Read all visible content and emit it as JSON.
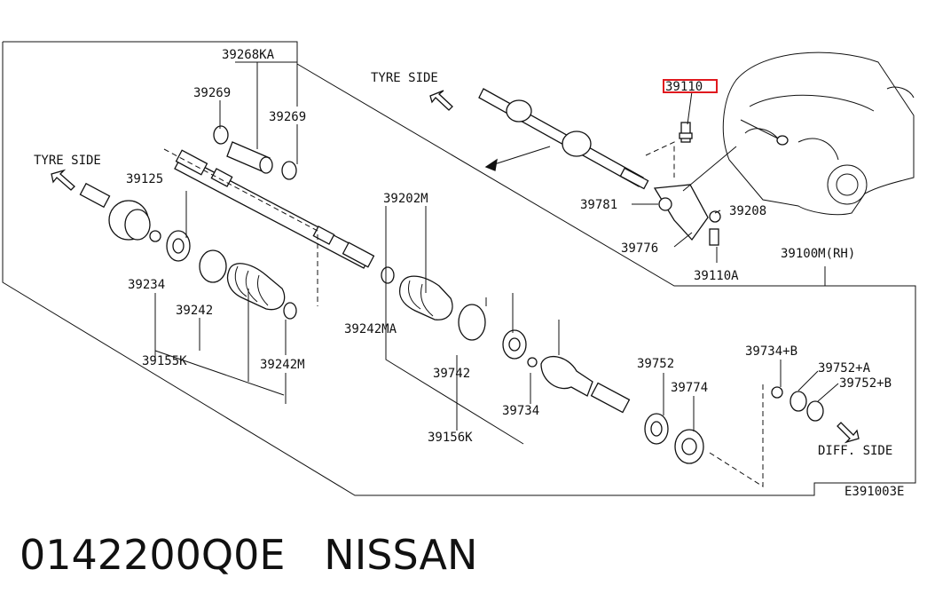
{
  "diagram": {
    "tyre_side_top": "TYRE SIDE",
    "tyre_side_left": "TYRE SIDE",
    "diff_side": "DIFF. SIDE",
    "ref_code": "E391003E",
    "highlight_color": "#e0191e",
    "parts": {
      "p39268KA": "39268KA",
      "p39269a": "39269",
      "p39269b": "39269",
      "p39125": "39125",
      "p39234": "39234",
      "p39242": "39242",
      "p39155K": "39155K",
      "p39242M": "39242M",
      "p39202M": "39202M",
      "p39242MA": "39242MA",
      "p39742": "39742",
      "p39734": "39734",
      "p39156K": "39156K",
      "p39752": "39752",
      "p39774": "39774",
      "p39734B": "39734+B",
      "p39752A": "39752+A",
      "p39752B": "39752+B",
      "p39110": "39110",
      "p39781": "39781",
      "p39208": "39208",
      "p39776": "39776",
      "p39110A": "39110A",
      "p39100M": "39100M(RH)"
    }
  },
  "caption": {
    "part_number": "0142200Q0E",
    "brand": "NISSAN"
  }
}
